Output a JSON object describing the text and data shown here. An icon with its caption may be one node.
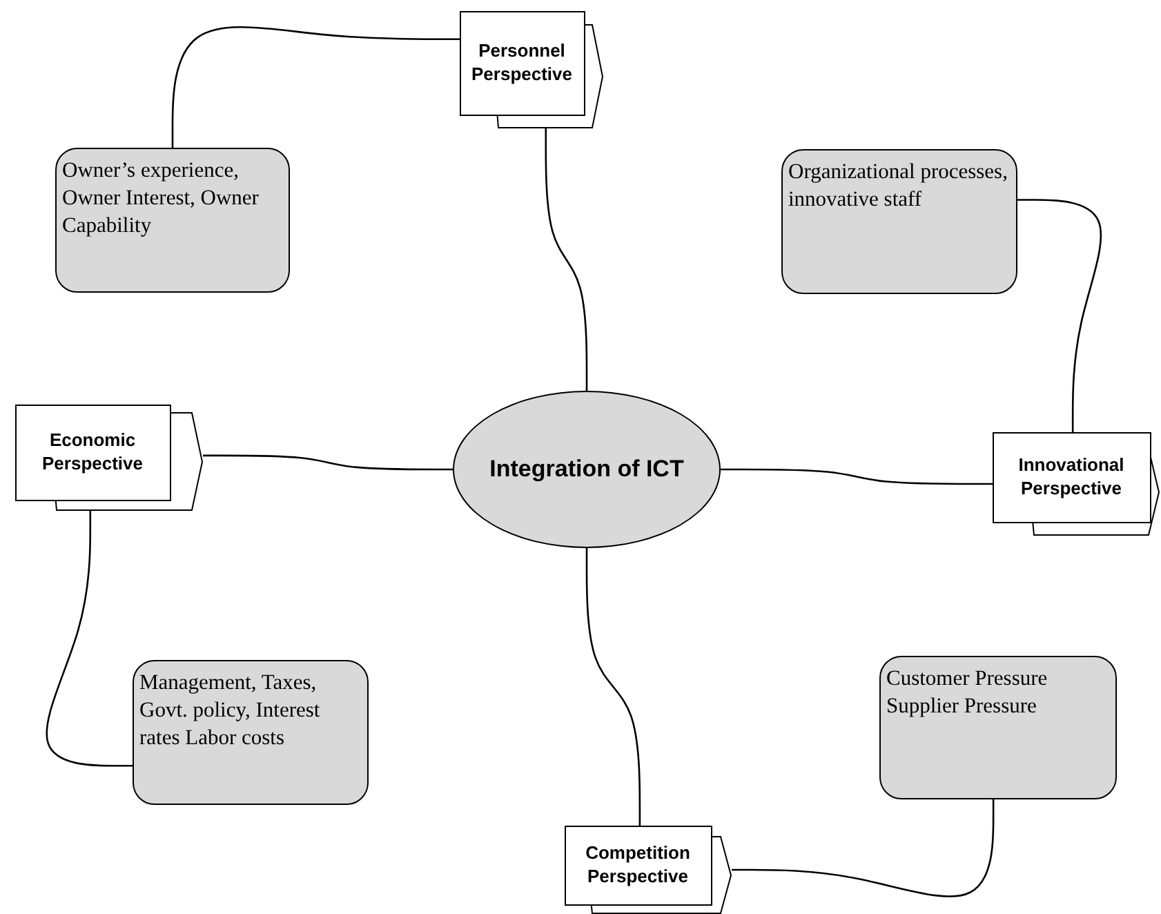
{
  "diagram": {
    "nodes": [
      {
        "text": [
          "Personnel Perspective"
        ]
      },
      {
        "text": [
          "Owner’s experience, Owner Interest, Owner Capability"
        ]
      },
      {
        "text": [
          "Organizational processes, innovative staff"
        ]
      },
      {
        "text": [
          "Economic Perspective"
        ]
      },
      {
        "text": [
          "Integration of ICT"
        ]
      },
      {
        "text": [
          "Innovational Perspective"
        ]
      },
      {
        "text": [
          "Management, Taxes, Govt. policy, Interest rates Labor costs"
        ]
      },
      {
        "text": [
          "Customer Pressure Supplier Pressure"
        ]
      },
      {
        "text": [
          "Competition Perspective"
        ]
      }
    ],
    "edges": [
      {
        "from": 0,
        "to": 4,
        "arrow": "none"
      },
      {
        "from": 0,
        "to": 1,
        "arrow": "none"
      },
      {
        "from": 3,
        "to": 4,
        "arrow": "none"
      },
      {
        "from": 3,
        "to": 6,
        "arrow": "none"
      },
      {
        "from": 4,
        "to": 5,
        "arrow": "none"
      },
      {
        "from": 2,
        "to": 5,
        "arrow": "none"
      },
      {
        "from": 4,
        "to": 8,
        "arrow": "none"
      },
      {
        "from": 8,
        "to": 7,
        "arrow": "none"
      }
    ]
  }
}
